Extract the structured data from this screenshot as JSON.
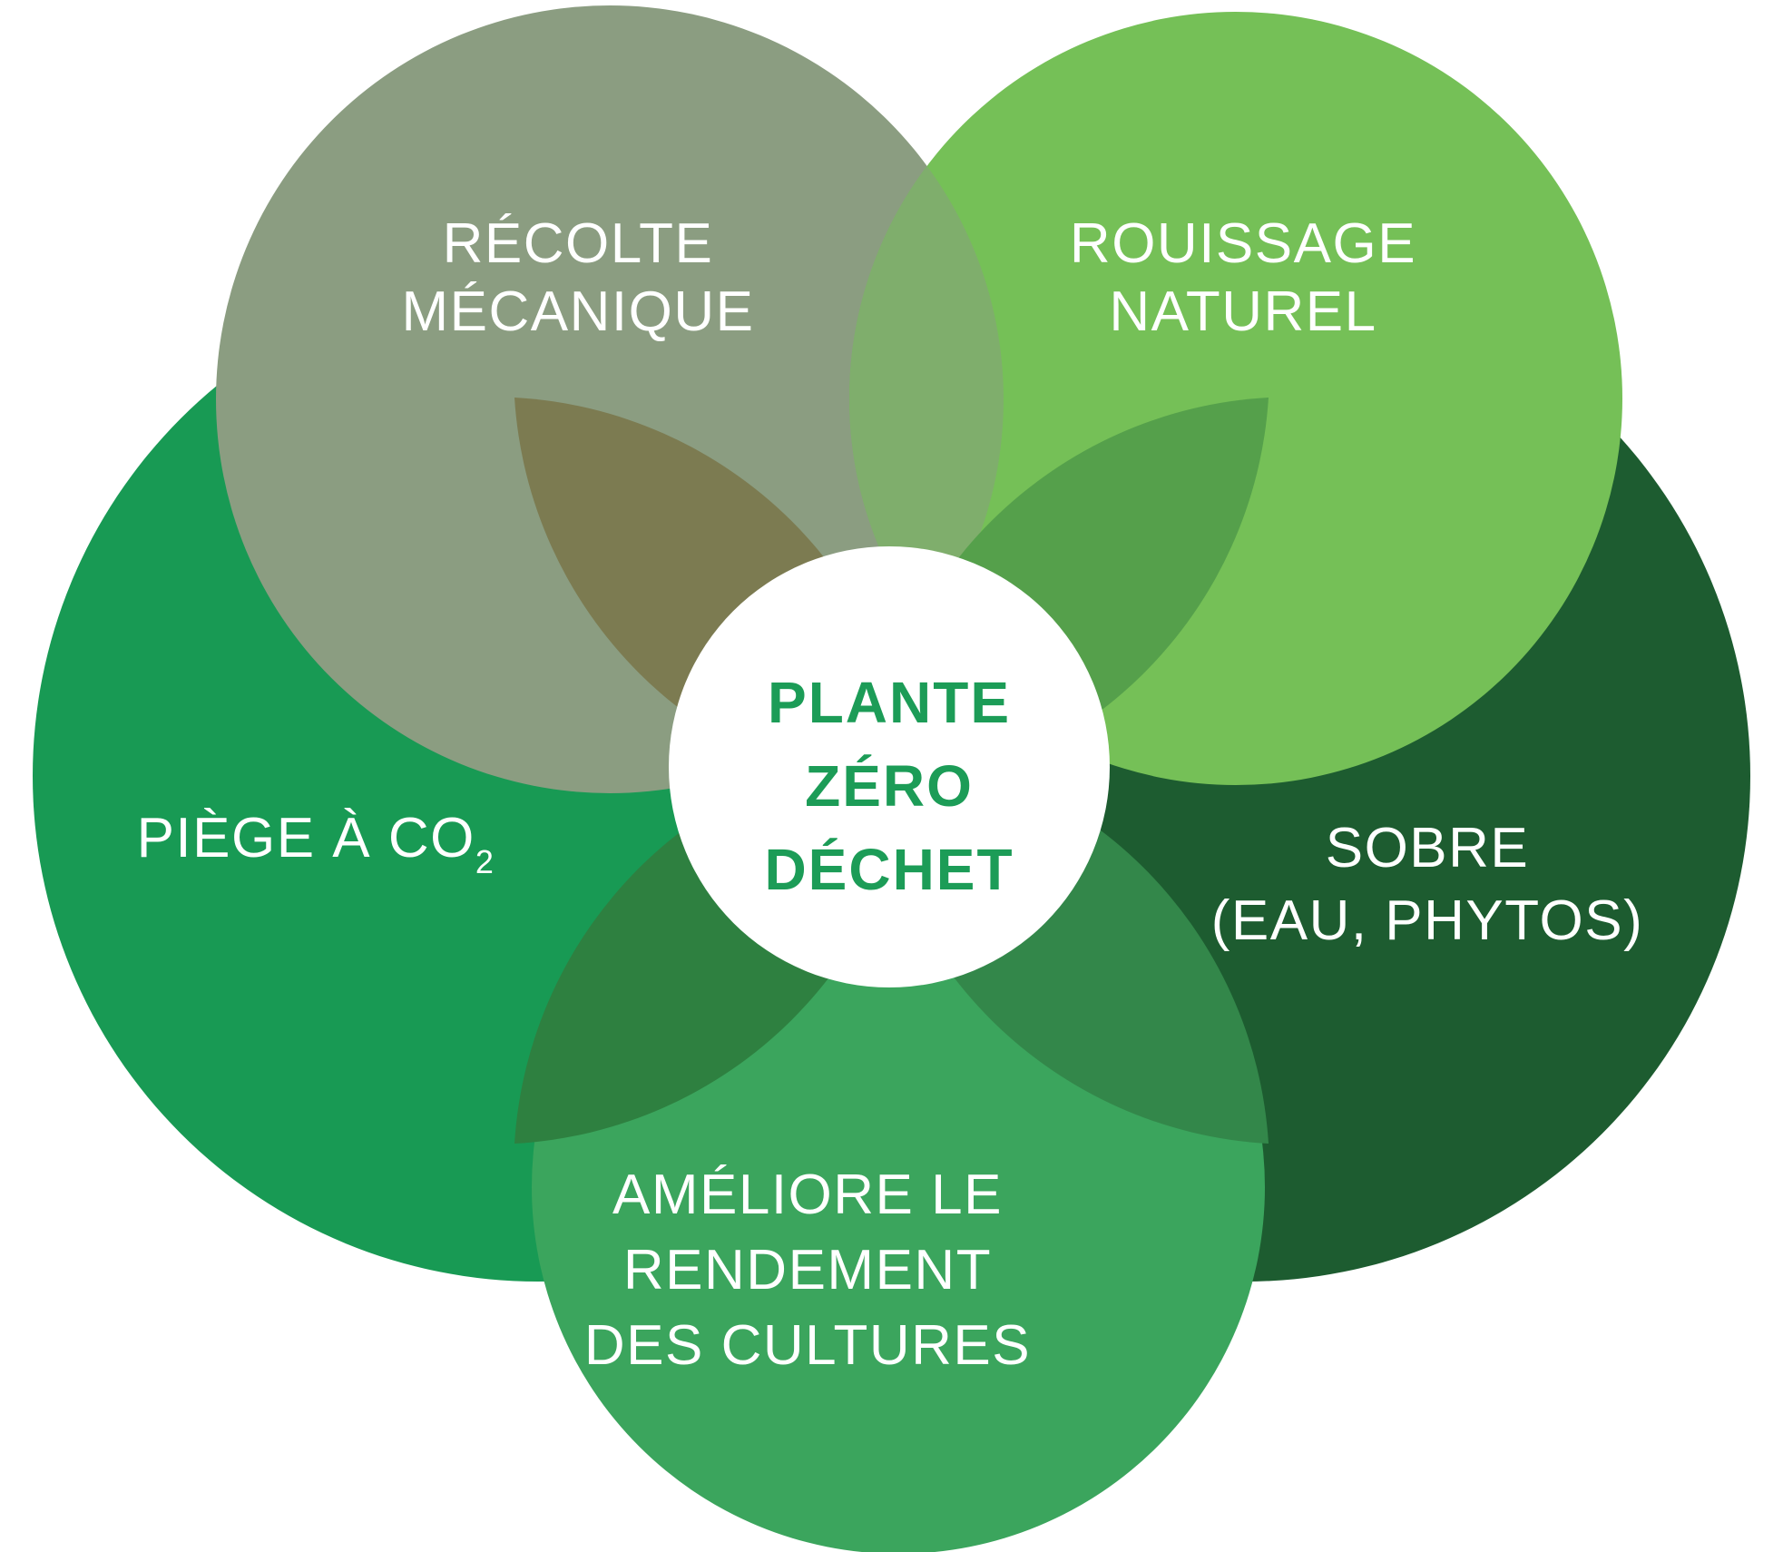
{
  "diagram": {
    "background": "#FFFFFF",
    "overlap_color": "#7FAE6C",
    "center": {
      "circle_color": "#FFFFFF",
      "text_color": "#1C9C57",
      "lines": [
        "PLANTE",
        "ZÉRO",
        "DÉCHET"
      ]
    },
    "petals": {
      "recolte": {
        "lines": [
          "RÉCOLTE",
          "MÉCANIQUE"
        ],
        "circle_color": "#8B9D81",
        "text_color": "#FFFFFF"
      },
      "rouissage": {
        "lines": [
          "ROUISSAGE",
          "NATUREL"
        ],
        "circle_color": "#75C057",
        "text_color": "#FFFFFF"
      },
      "piege": {
        "label": "PIÈGE À CO",
        "subscript": "2",
        "circle_color": "#189A54",
        "text_color": "#FFFFFF"
      },
      "sobre": {
        "lines": [
          "SOBRE",
          "(EAU, PHYTOS)"
        ],
        "circle_color": "#1D5C30",
        "text_color": "#FFFFFF"
      },
      "ameliore": {
        "lines": [
          "AMÉLIORE LE",
          "RENDEMENT",
          "DES CULTURES"
        ],
        "circle_color": "#3BA55D",
        "text_color": "#FFFFFF"
      }
    },
    "leaves": {
      "top_left": "#7C7B51",
      "top_right": "#55A04B",
      "bottom_left": "#2E8040",
      "bottom_right": "#33874A"
    }
  }
}
